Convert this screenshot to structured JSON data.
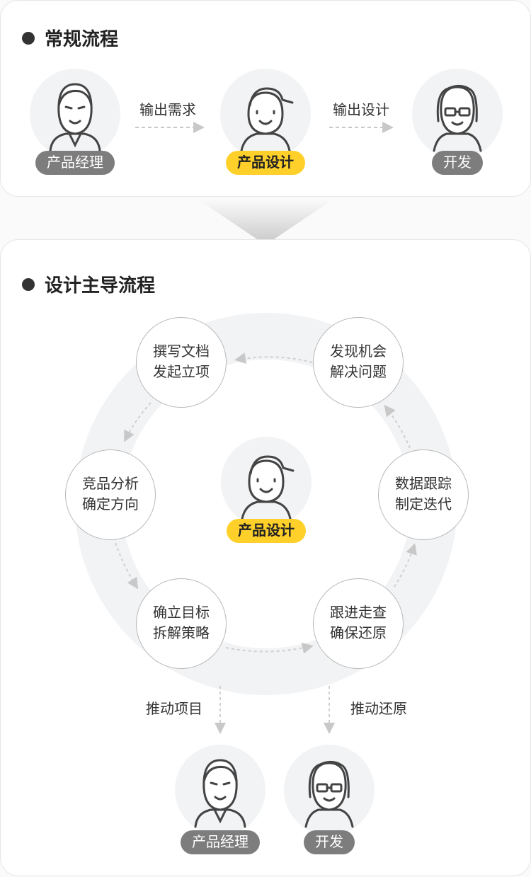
{
  "colors": {
    "accent": "#ffd02a",
    "pill_gray": "#7d7d7d",
    "text": "#333333",
    "ring": "#f2f3f5"
  },
  "regular_flow": {
    "title": "常规流程",
    "roles": [
      {
        "name": "产品经理",
        "icon": "product-manager-avatar-icon"
      },
      {
        "name": "产品设计",
        "icon": "product-designer-avatar-icon"
      },
      {
        "name": "开发",
        "icon": "developer-avatar-icon"
      }
    ],
    "arrows": [
      "输出需求",
      "输出设计"
    ]
  },
  "design_led_flow": {
    "title": "设计主导流程",
    "center_role": "产品设计",
    "steps": [
      {
        "line1": "撰写文档",
        "line2": "发起立项"
      },
      {
        "line1": "发现机会",
        "line2": "解决问题"
      },
      {
        "line1": "竞品分析",
        "line2": "确定方向"
      },
      {
        "line1": "数据跟踪",
        "line2": "制定迭代"
      },
      {
        "line1": "确立目标",
        "line2": "拆解策略"
      },
      {
        "line1": "跟进走查",
        "line2": "确保还原"
      }
    ],
    "outputs": [
      "推动项目",
      "推动还原"
    ],
    "output_roles": [
      "产品经理",
      "开发"
    ]
  }
}
